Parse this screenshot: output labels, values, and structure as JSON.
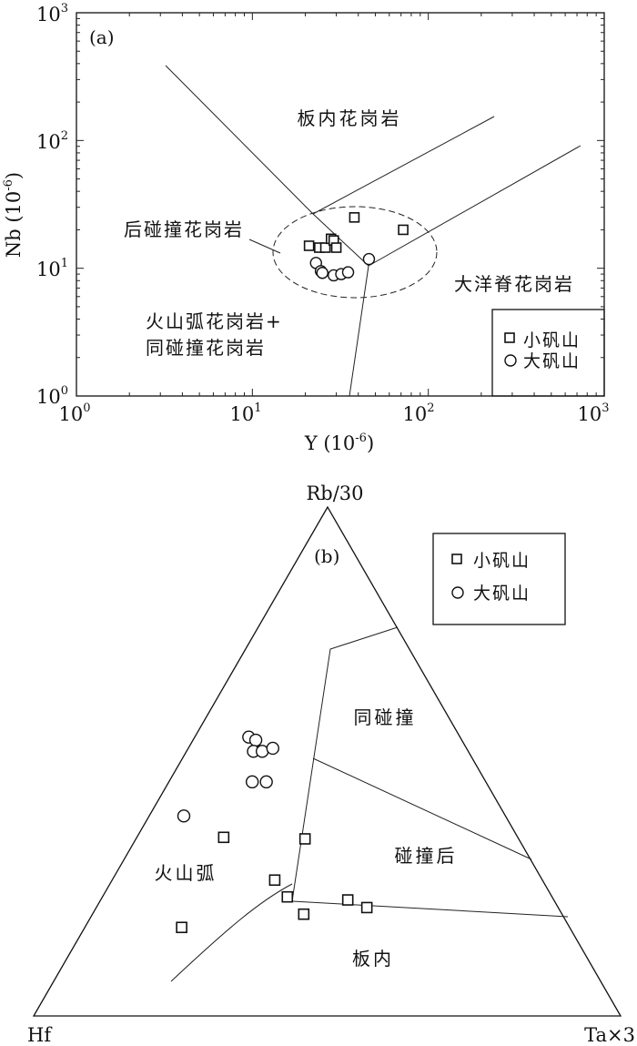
{
  "chart_data": [
    {
      "type": "scatter",
      "panel": "(a)",
      "xlabel": "Y (10",
      "xlabel_sup": "-6",
      "xlabel_end": ")",
      "ylabel": "Nb (10",
      "ylabel_sup": "-6",
      "ylabel_end": ")",
      "xscale": "log",
      "yscale": "log",
      "xlim": [
        1,
        1000
      ],
      "ylim": [
        1,
        1000
      ],
      "x_ticks": [
        {
          "base": "10",
          "exp": "0"
        },
        {
          "base": "10",
          "exp": "1"
        },
        {
          "base": "10",
          "exp": "2"
        },
        {
          "base": "10",
          "exp": "3"
        }
      ],
      "y_ticks": [
        {
          "base": "10",
          "exp": "0"
        },
        {
          "base": "10",
          "exp": "1"
        },
        {
          "base": "10",
          "exp": "2"
        },
        {
          "base": "10",
          "exp": "3"
        }
      ],
      "fields": {
        "wpg": "板内花岗岩",
        "post_col": "后碰撞花岗岩",
        "org": "大洋脊花岗岩",
        "vag_syn1": "火山弧花岗岩+",
        "vag_syn2": "同碰撞花岗岩"
      },
      "legend": {
        "position": "bottom-right",
        "entries": [
          "小矾山",
          "大矾山"
        ]
      },
      "series": [
        {
          "name": "小矾山",
          "marker": "square",
          "points": [
            [
              38,
              25
            ],
            [
              72,
              20
            ],
            [
              21,
              15
            ],
            [
              24,
              14.5
            ],
            [
              26,
              14.5
            ],
            [
              28,
              17
            ],
            [
              29,
              16.5
            ],
            [
              30,
              14.5
            ]
          ]
        },
        {
          "name": "大矾山",
          "marker": "circle",
          "points": [
            [
              23,
              11
            ],
            [
              24.5,
              9.5
            ],
            [
              25,
              9.2
            ],
            [
              29,
              8.8
            ],
            [
              32,
              9
            ],
            [
              35,
              9.3
            ],
            [
              46,
              11.8
            ]
          ]
        }
      ]
    },
    {
      "type": "ternary",
      "panel": "(b)",
      "apex_top": "Rb/30",
      "apex_left": "Hf",
      "apex_right": "Ta×3",
      "fields": {
        "syn": "同碰撞",
        "post": "碰撞后",
        "vag": "火山弧",
        "wp": "板内"
      },
      "legend": {
        "position": "top-right",
        "entries": [
          "小矾山",
          "大矾山"
        ]
      },
      "series": [
        {
          "name": "小矾山",
          "marker": "square",
          "points": [
            {
              "top": 0.351,
              "left": 0.501,
              "right": 0.148
            },
            {
              "top": 0.267,
              "left": 0.456,
              "right": 0.277
            },
            {
              "top": 0.234,
              "left": 0.451,
              "right": 0.315
            },
            {
              "top": 0.228,
              "left": 0.351,
              "right": 0.421
            },
            {
              "top": 0.213,
              "left": 0.326,
              "right": 0.461
            },
            {
              "top": 0.2,
              "left": 0.44,
              "right": 0.36
            },
            {
              "top": 0.348,
              "left": 0.364,
              "right": 0.288
            },
            {
              "top": 0.174,
              "left": 0.661,
              "right": 0.165
            }
          ]
        },
        {
          "name": "大矾山",
          "marker": "circle",
          "points": [
            {
              "top": 0.548,
              "left": 0.36,
              "right": 0.092
            },
            {
              "top": 0.542,
              "left": 0.351,
              "right": 0.107
            },
            {
              "top": 0.52,
              "left": 0.366,
              "right": 0.114
            },
            {
              "top": 0.52,
              "left": 0.351,
              "right": 0.129
            },
            {
              "top": 0.526,
              "left": 0.33,
              "right": 0.144
            },
            {
              "top": 0.46,
              "left": 0.398,
              "right": 0.142
            },
            {
              "top": 0.46,
              "left": 0.374,
              "right": 0.166
            },
            {
              "top": 0.393,
              "left": 0.548,
              "right": 0.059
            }
          ]
        }
      ]
    }
  ]
}
